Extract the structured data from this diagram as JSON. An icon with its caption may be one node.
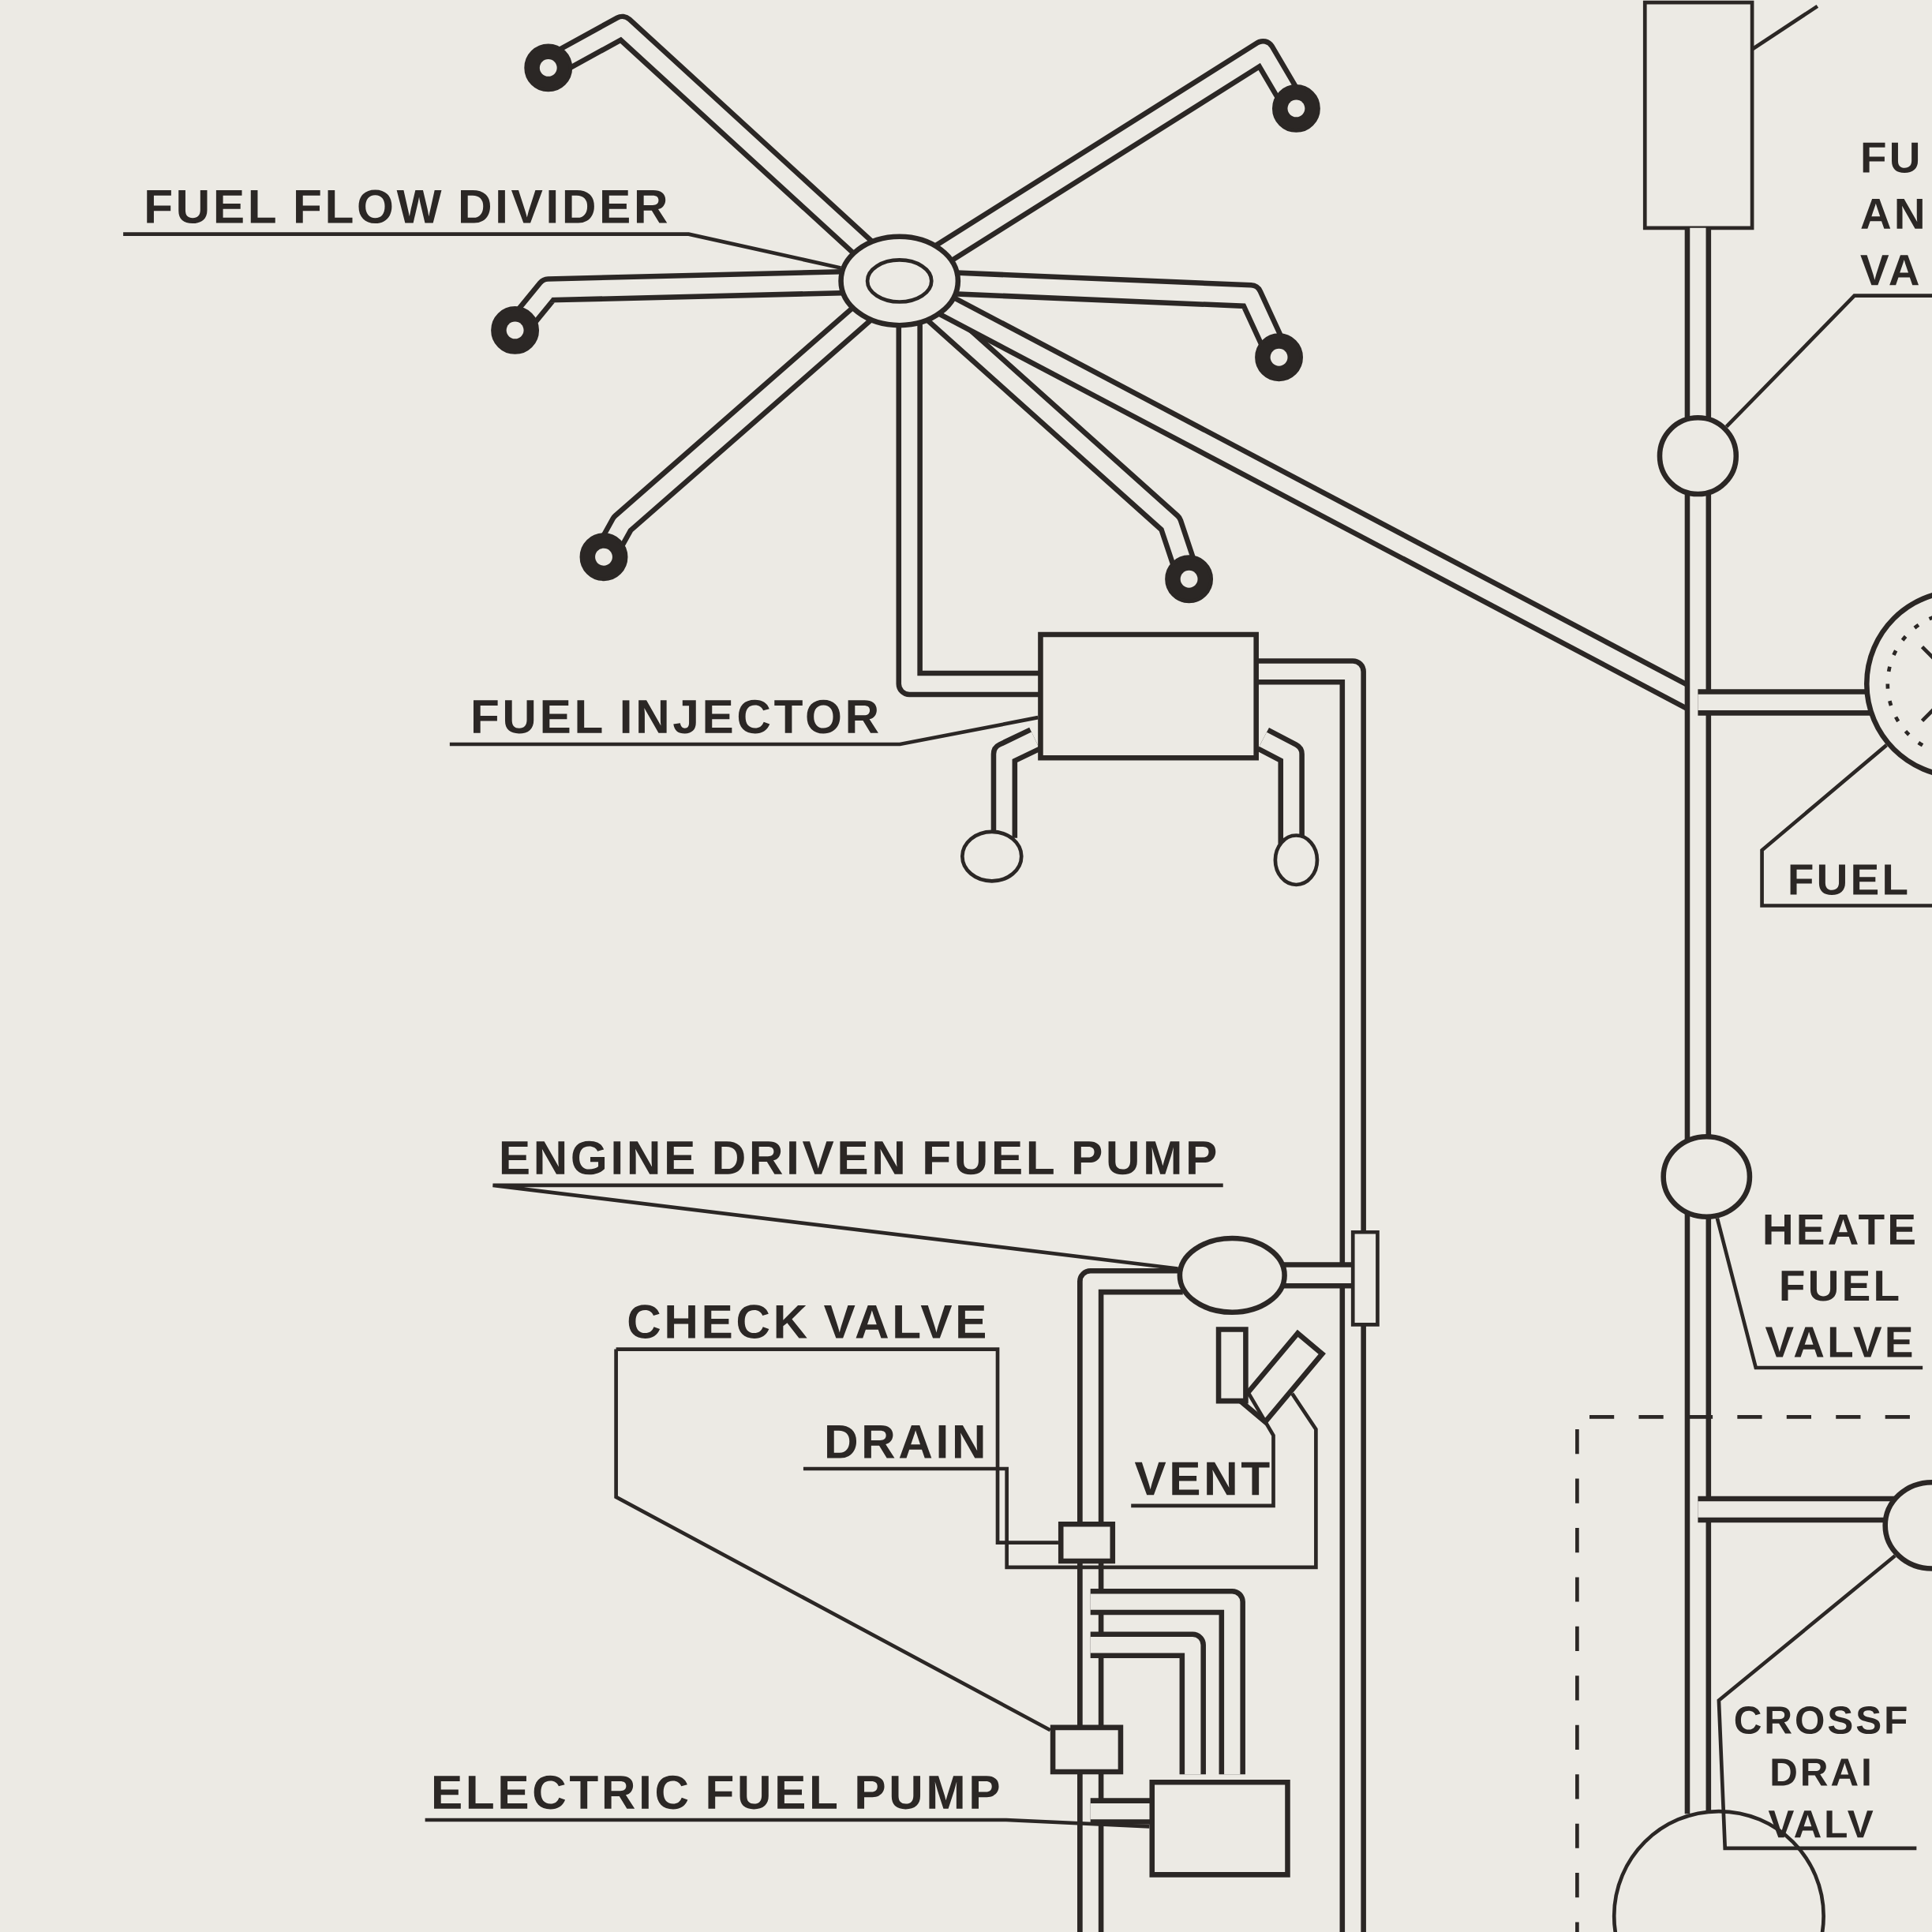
{
  "diagram": {
    "nodes": [
      {
        "text": [
          "FUEL FLOW DIVIDER"
        ]
      },
      {
        "text": [],
        "shape": "circle"
      },
      {
        "text": [
          "FUEL INJECTOR"
        ]
      },
      {
        "text": [],
        "shape": "box"
      },
      {
        "text": [
          "ENGINE DRIVEN FUEL PUMP"
        ]
      },
      {
        "text": [],
        "shape": "circle"
      },
      {
        "text": [
          "CHECK VALVE"
        ]
      },
      {
        "text": [],
        "shape": "box"
      },
      {
        "text": [],
        "shape": "box"
      },
      {
        "text": [
          "DRAIN"
        ]
      },
      {
        "text": [],
        "shape": "box"
      },
      {
        "text": [
          "VENT"
        ]
      },
      {
        "text": [],
        "shape": "box"
      },
      {
        "text": [
          "ELECTRIC FUEL PUMP"
        ]
      },
      {
        "text": [],
        "shape": "cylinder"
      },
      {
        "text": [
          "FU AN VA"
        ]
      },
      {
        "text": [],
        "shape": "circle"
      },
      {
        "text": [
          "FUEL"
        ]
      },
      {
        "text": [],
        "shape": "circle"
      },
      {
        "text": [
          "HEATE FUEL VALVE"
        ]
      },
      {
        "text": [],
        "shape": "circle"
      },
      {
        "text": [
          "CROSSF DRAI VALV"
        ]
      },
      {
        "text": [],
        "shape": "circle"
      }
    ],
    "edges": [
      {
        "from": 0,
        "to": 1,
        "arrow": "none"
      },
      {
        "from": 2,
        "to": 3,
        "arrow": "none"
      },
      {
        "from": 4,
        "to": 5,
        "arrow": "none"
      },
      {
        "from": 6,
        "to": 7,
        "arrow": "none"
      },
      {
        "from": 6,
        "to": 8,
        "arrow": "none"
      },
      {
        "from": 9,
        "to": 10,
        "arrow": "none"
      },
      {
        "from": 11,
        "to": 12,
        "arrow": "none"
      },
      {
        "from": 13,
        "to": 14,
        "arrow": "none"
      },
      {
        "from": 15,
        "to": 16,
        "arrow": "none"
      },
      {
        "from": 17,
        "to": 18,
        "arrow": "none"
      },
      {
        "from": 19,
        "to": 20,
        "arrow": "none"
      },
      {
        "from": 21,
        "to": 22,
        "arrow": "none"
      }
    ]
  }
}
